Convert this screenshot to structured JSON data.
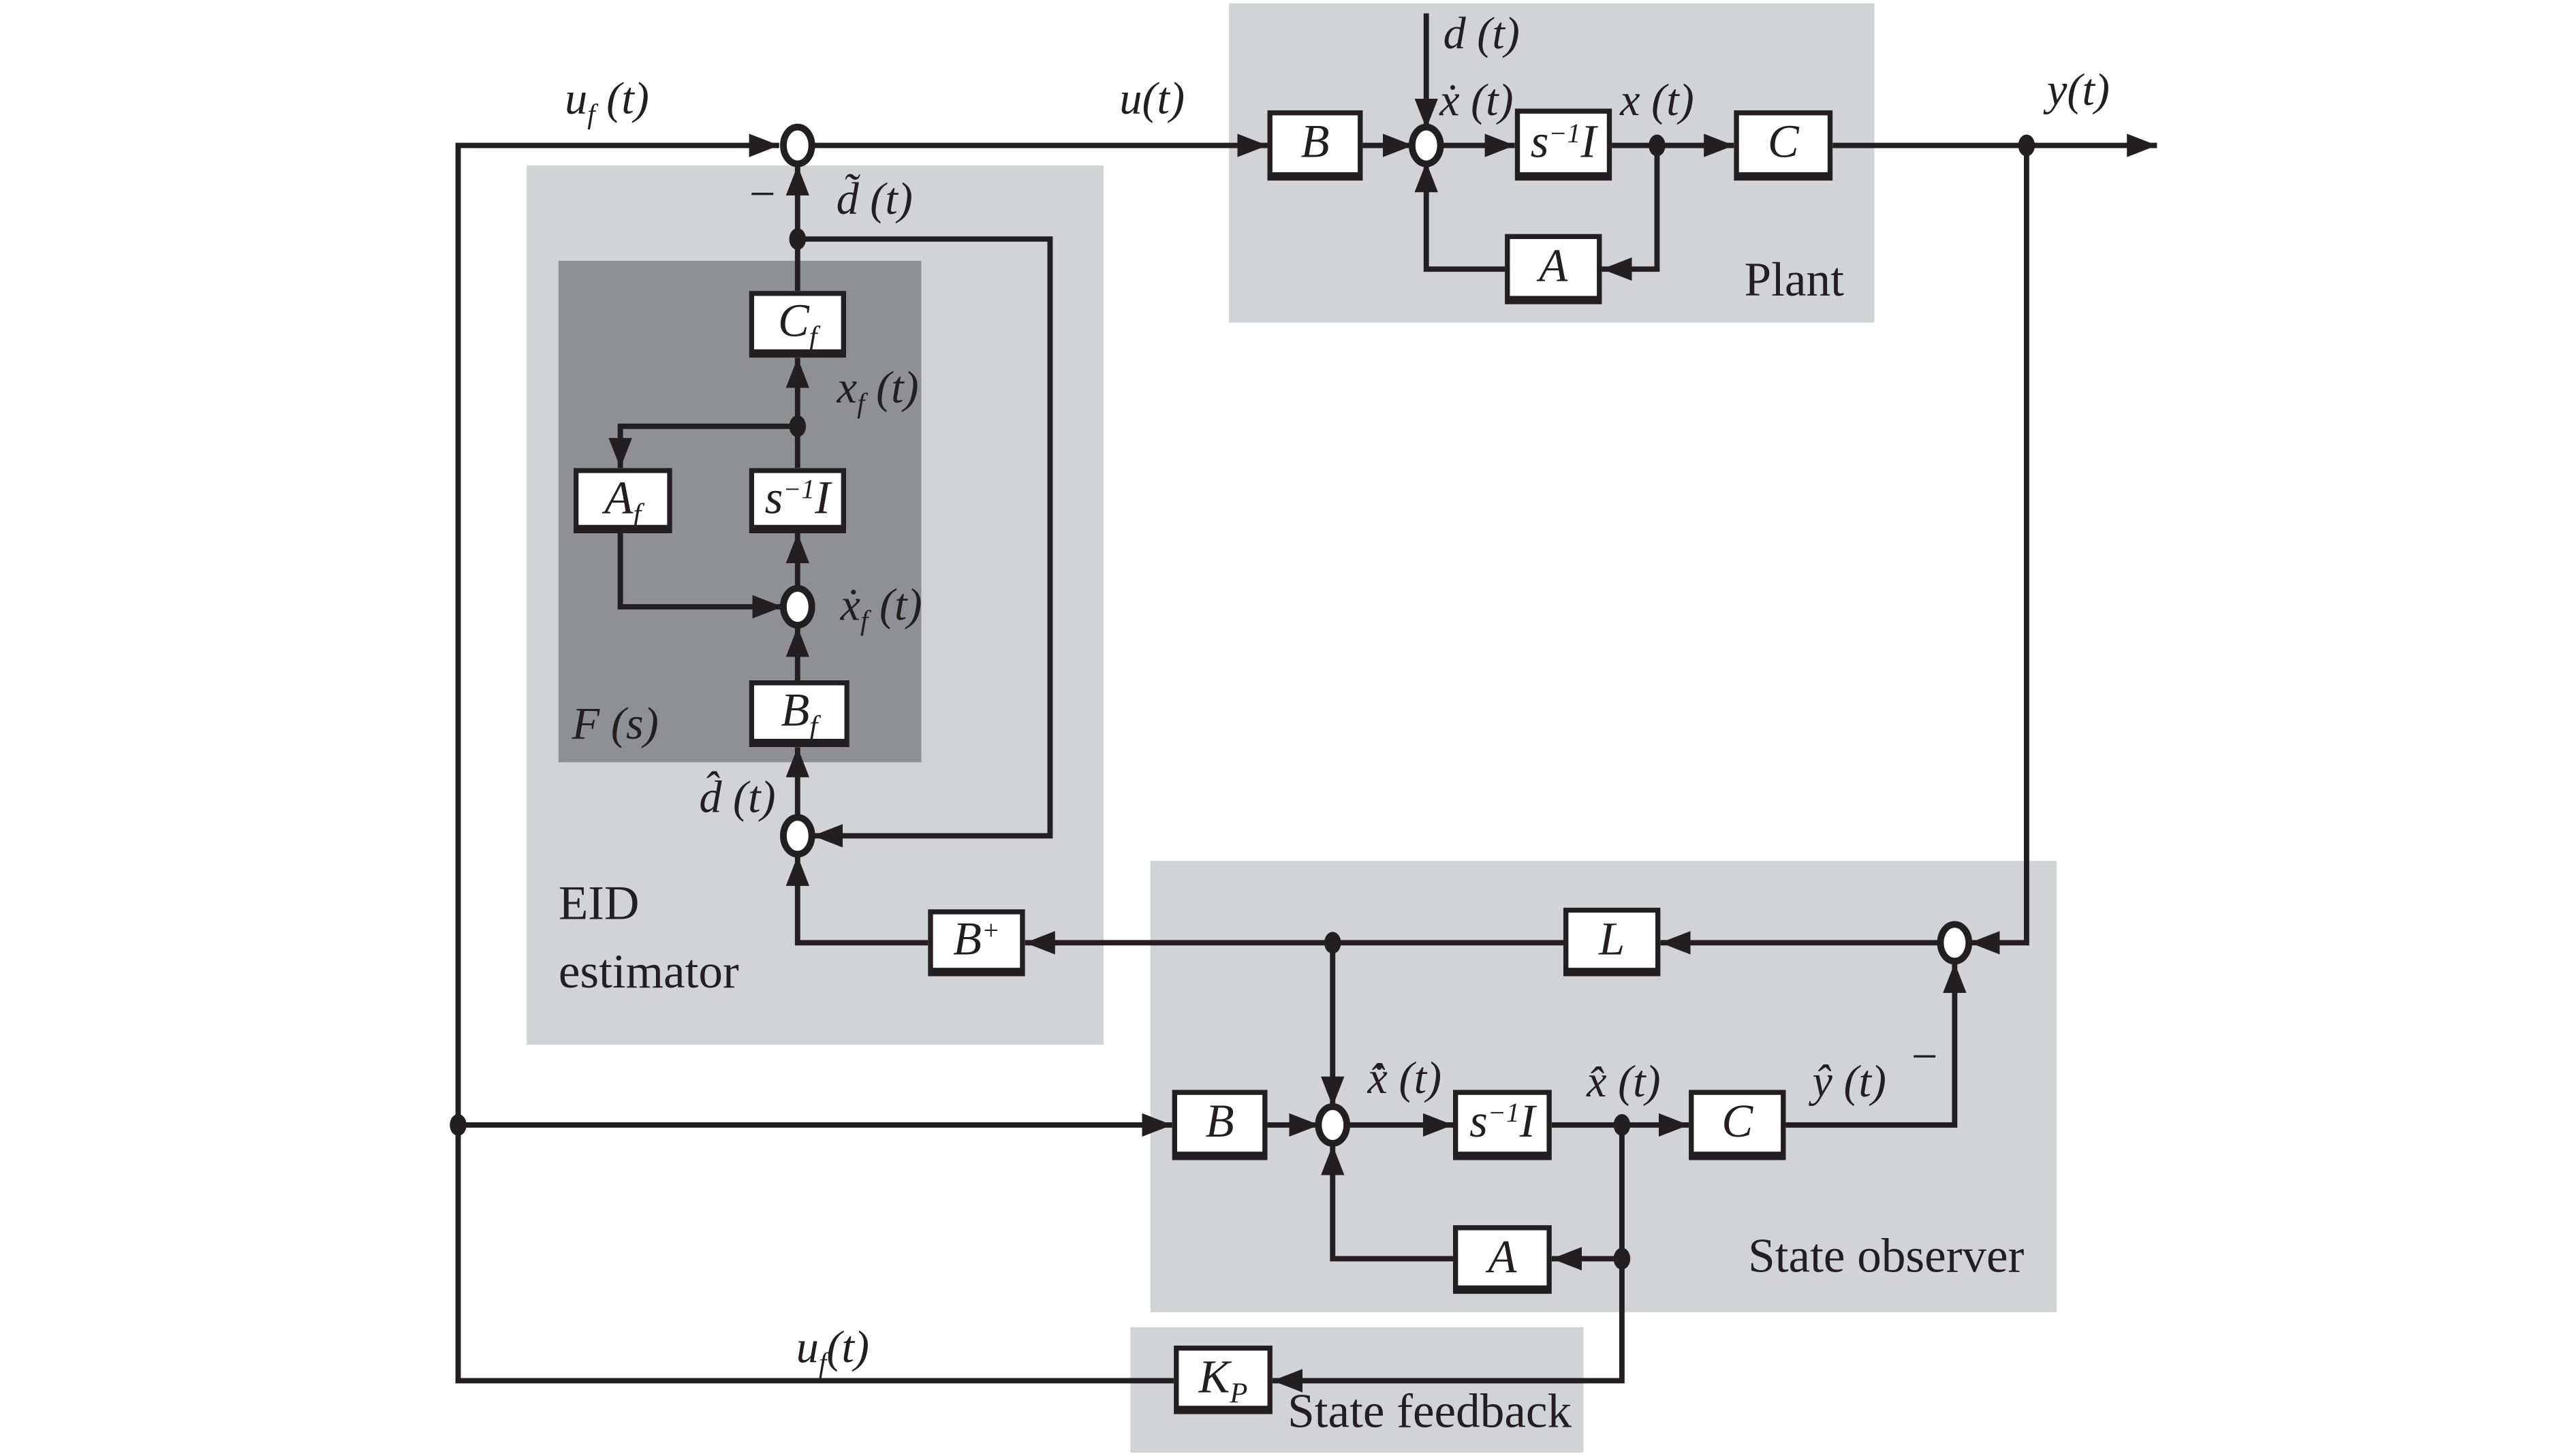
{
  "colors": {
    "region_light": "#d2d3d5",
    "region_dark": "#8e9093",
    "line": "#231f20",
    "box_fill": "#ffffff",
    "background": "#ffffff"
  },
  "regions": {
    "plant": {
      "label": "Plant"
    },
    "eid": {
      "label_line1": "EID",
      "label_line2": "estimator"
    },
    "filter": {
      "label": "F (s)"
    },
    "observer": {
      "label": "State observer"
    },
    "feedback": {
      "label": "State feedback"
    }
  },
  "blocks": {
    "plant_B": "B",
    "plant_integrator": "s<sup>−1</sup>I",
    "plant_C": "C",
    "plant_A": "A",
    "filter_Cf": "C<sub>f</sub>",
    "filter_Af": "A<sub>f</sub>",
    "filter_integrator": "s<sup>−1</sup>I",
    "filter_Bf": "B<sub>f</sub>",
    "eid_Bplus": "B<sup>+</sup>",
    "observer_L": "L",
    "observer_B": "B",
    "observer_integrator": "s<sup>−1</sup>I",
    "observer_C": "C",
    "observer_A": "A",
    "feedback_Kp": "K<sub>P</sub>"
  },
  "signals": {
    "uf_top": "u<sub>f</sub> (t)",
    "u": "u(t)",
    "d": "d (t)",
    "x_dot": "ẋ (t)",
    "x": "x (t)",
    "y": "y(t)",
    "d_tilde": "d̃ (t)",
    "x_f": "x<sub>f</sub> (t)",
    "x_f_dot": "ẋ<sub>f</sub> (t)",
    "d_hat": "d̂ (t)",
    "x_hat_dot": "x̂̇ (t)",
    "x_hat": "x̂ (t)",
    "y_hat": "ŷ (t)",
    "uf_bottom": "u<sub>f</sub>(t)",
    "minus_control_sum": "−",
    "minus_observer_sum": "−"
  }
}
